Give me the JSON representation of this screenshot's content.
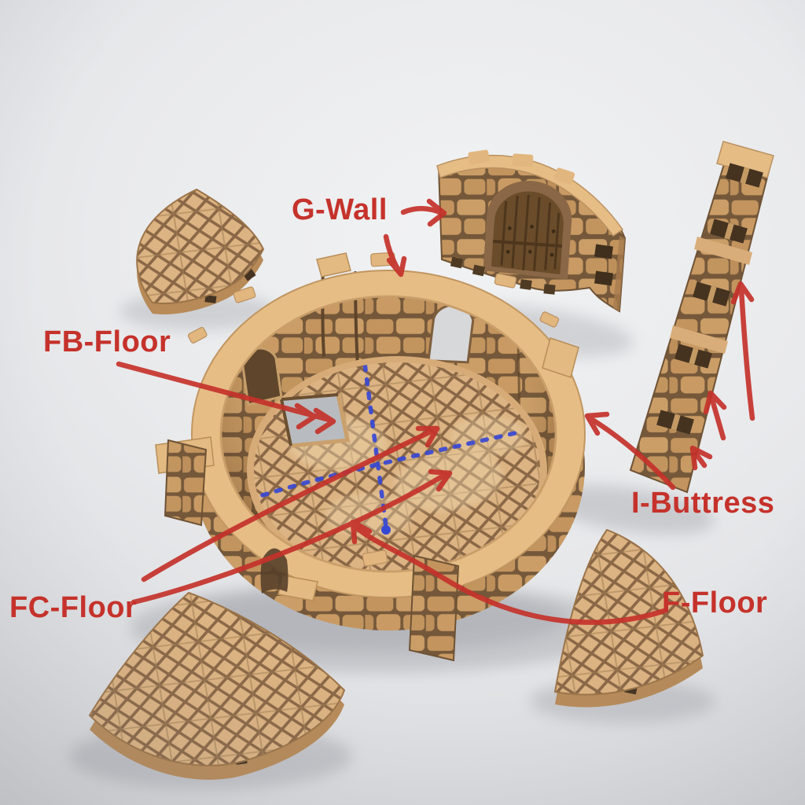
{
  "labels": {
    "g_wall": "G-Wall",
    "fb_floor": "FB-Floor",
    "i_buttress": "I-Buttress",
    "fc_floor": "FC-Floor",
    "f_floor": "F-Floor"
  },
  "colors": {
    "annotation_red": "#c5322b",
    "guide_blue": "#3748d4",
    "terrain_tan_light": "#e7bd86",
    "terrain_tan": "#d0a46e",
    "stone_mortar": "#75583a",
    "floor_groove": "#8a6746",
    "door_wood": "#6a4c2a",
    "background_gray": "#e9eaec"
  }
}
